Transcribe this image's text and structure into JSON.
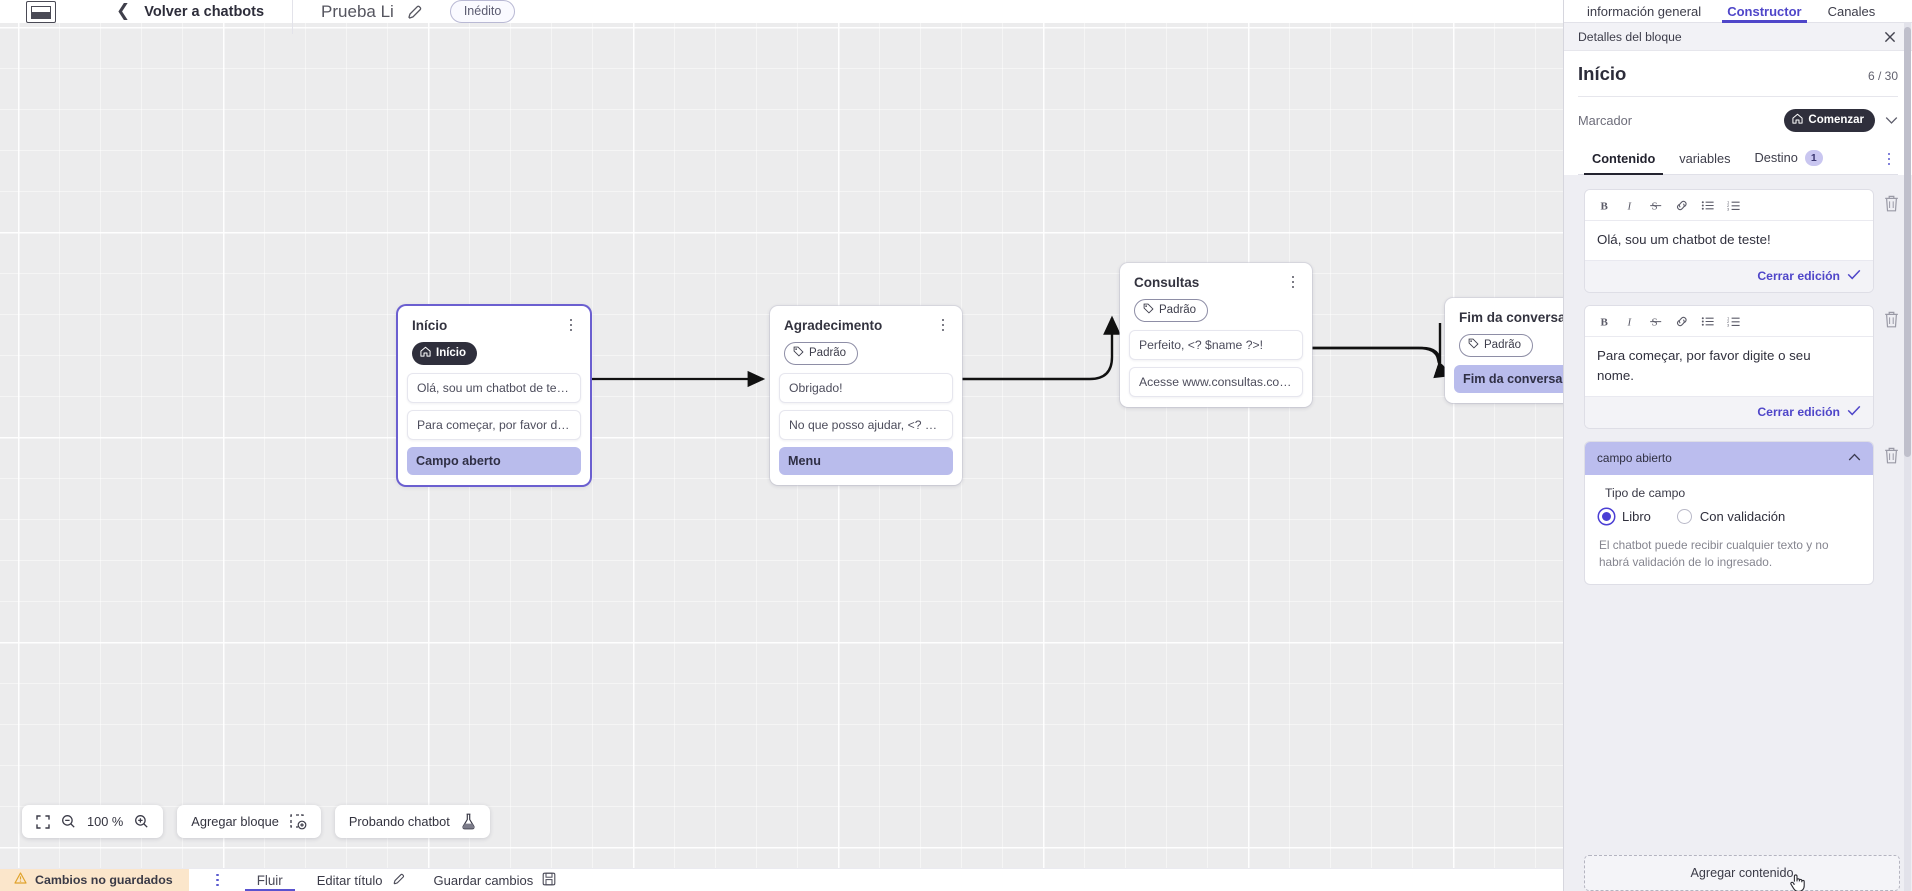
{
  "topbar": {
    "logo_name": "app-logo",
    "back_label": "Volver a chatbots",
    "bot_title": "Prueba Li",
    "status_pill": "Inédito"
  },
  "canvas": {
    "nodes": [
      {
        "title": "Início",
        "tag": "Início",
        "tag_type": "start",
        "messages": [
          "Olá, sou um chatbot de teste!",
          "Para começar, por favor digite o ..."
        ],
        "action": "Campo aberto",
        "selected": true
      },
      {
        "title": "Agradecimento",
        "tag": "Padrão",
        "tag_type": "default",
        "messages": [
          "Obrigado!",
          "No que posso ajudar, <? $name ..."
        ],
        "action": "Menu",
        "selected": false
      },
      {
        "title": "Consultas",
        "tag": "Padrão",
        "tag_type": "default",
        "messages": [
          "Perfeito, <? $name ?>!",
          "Acesse www.consultas.com par..."
        ],
        "action": null,
        "selected": false
      },
      {
        "title": "Fim da conversa",
        "tag": "Padrão",
        "tag_type": "default",
        "messages": [],
        "action": "Fim da conversa",
        "selected": false
      }
    ]
  },
  "canvas_toolbar": {
    "fit_icon": "fit-screen-icon",
    "zoom_out_icon": "zoom-out-icon",
    "zoom_level": "100 %",
    "zoom_in_icon": "zoom-in-icon",
    "add_block_label": "Agregar bloque",
    "add_block_icon": "add-block-icon",
    "test_label": "Probando chatbot",
    "test_icon": "flask-icon"
  },
  "footer": {
    "unsaved_label": "Cambios no guardados",
    "warning_icon": "warning-icon",
    "kebab_icon": "more-options-icon",
    "flow_tab": "Fluir",
    "edit_title_label": "Editar título",
    "edit_title_icon": "pencil-icon",
    "save_label": "Guardar cambios",
    "save_icon": "save-icon"
  },
  "panel": {
    "tabs": [
      {
        "label": "información general",
        "active": false
      },
      {
        "label": "Constructor",
        "active": true
      },
      {
        "label": "Canales",
        "active": false
      }
    ],
    "subheader": "Detalles del bloque",
    "close_icon": "close-icon",
    "block_title": "Início",
    "block_count": "6 / 30",
    "marker_label": "Marcador",
    "marker_value": "Comenzar",
    "marker_icon": "home-icon",
    "marker_chevron": "chevron-down-icon",
    "inner_tabs": [
      {
        "label": "Contenido",
        "active": true,
        "badge": null
      },
      {
        "label": "variables",
        "active": false,
        "badge": null
      },
      {
        "label": "Destino",
        "active": false,
        "badge": "1"
      }
    ],
    "format_buttons": [
      "bold-icon",
      "italic-icon",
      "strikethrough-icon",
      "link-icon",
      "bullet-list-icon",
      "numbered-list-icon"
    ],
    "content_blocks": [
      {
        "text": "Olá, sou um chatbot de teste!",
        "footer_label": "Cerrar edición"
      },
      {
        "text": "Para começar, por favor digite o seu nome.",
        "footer_label": "Cerrar edición"
      }
    ],
    "field_block": {
      "header": "campo abierto",
      "collapse_icon": "chevron-up-icon",
      "legend": "Tipo de campo",
      "options": [
        {
          "label": "Libro",
          "selected": true
        },
        {
          "label": "Con validación",
          "selected": false
        }
      ],
      "help": "El chatbot puede recibir cualquier texto y no habrá validación de lo ingresado."
    },
    "add_content_label": "Agregar contenido",
    "trash_icon": "trash-icon"
  },
  "colors": {
    "accent": "#4f46c9",
    "action_chip": "#b9bcec",
    "tag_dark": "#2f2f3c",
    "unsaved_bg": "#fbe6cb",
    "canvas_bg": "#ececed"
  }
}
